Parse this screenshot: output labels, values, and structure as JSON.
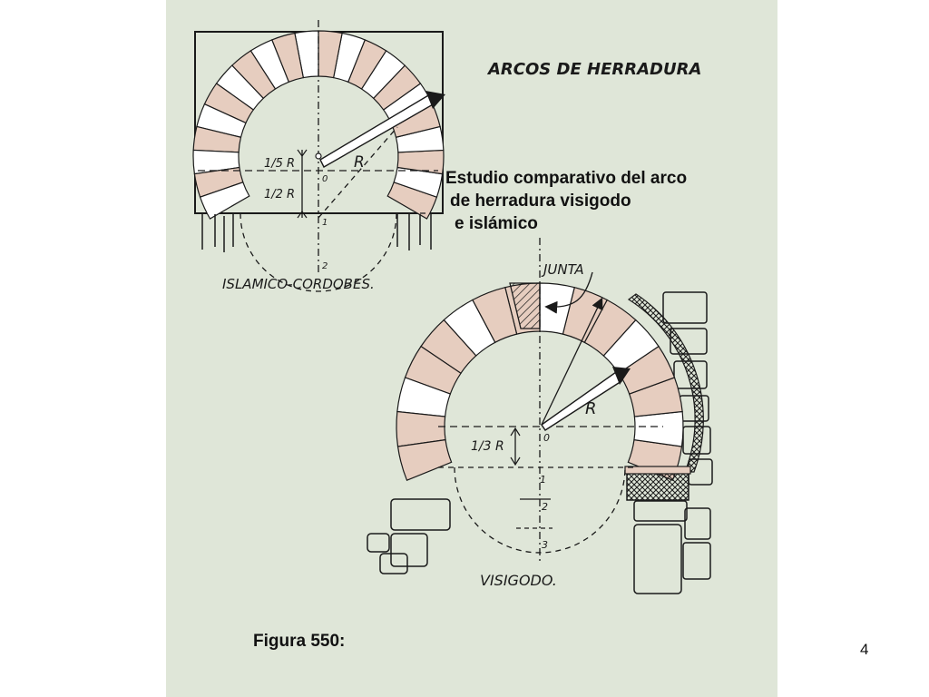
{
  "slide": {
    "page_number": "4",
    "figure_caption": "Figura 550:"
  },
  "diagram": {
    "title": "ARCOS DE HERRADURA",
    "subtitle_lines": [
      "Estudio comparativo del arco",
      "de herradura visigodo",
      "e islámico"
    ],
    "islamic": {
      "label": "ISLAMICO-CORDOBES.",
      "radius_label": "R",
      "fraction_fifth": "1/5 R",
      "fraction_half": "1/2 R",
      "points": [
        "0",
        "1",
        "2"
      ]
    },
    "visigothic": {
      "label": "VISIGODO.",
      "radius_label": "R",
      "fraction_third": "1/3 R",
      "joint_label": "JUNTA",
      "points": [
        "0",
        "1",
        "2",
        "3"
      ]
    },
    "colors": {
      "background": "#dfe6d8",
      "voussoir_tint": "#e6cdbf",
      "line": "#1a1a1a"
    }
  }
}
